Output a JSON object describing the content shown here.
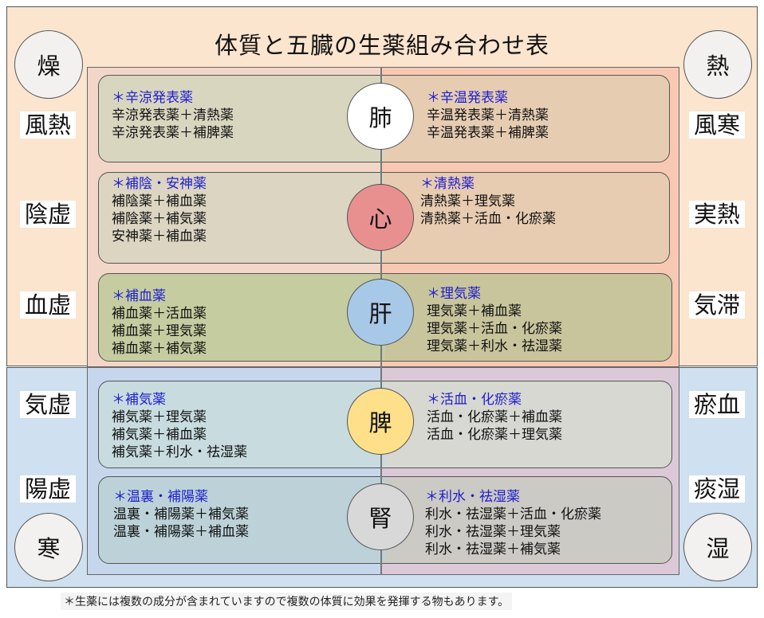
{
  "title": "体質と五臓の生薬組み合わせ表",
  "corners": {
    "tl": "燥",
    "tr": "熱",
    "bl": "寒",
    "br": "湿"
  },
  "left_labels": [
    "風熱",
    "陰虚",
    "血虚",
    "気虚",
    "陽虚"
  ],
  "right_labels": [
    "風寒",
    "実熱",
    "気滞",
    "瘀血",
    "痰湿"
  ],
  "organs": [
    "肺",
    "心",
    "肝",
    "脾",
    "腎"
  ],
  "rows": [
    {
      "left": {
        "head": "＊辛涼発表薬",
        "lines": [
          "辛涼発表薬＋清熱薬",
          "辛涼発表薬＋補脾薬"
        ]
      },
      "right": {
        "head": "＊辛温発表薬",
        "lines": [
          "辛温発表薬＋清熱薬",
          "辛温発表薬＋補脾薬"
        ]
      }
    },
    {
      "left": {
        "head": "＊補陰・安神薬",
        "lines": [
          "補陰薬＋補血薬",
          "補陰薬＋補気薬",
          "安神薬＋補血薬"
        ]
      },
      "right": {
        "head": "＊清熱薬",
        "lines": [
          "清熱薬＋理気薬",
          "清熱薬＋活血・化瘀薬"
        ]
      }
    },
    {
      "left": {
        "head": "＊補血薬",
        "lines": [
          "補血薬＋活血薬",
          "補血薬＋理気薬",
          "補血薬＋補気薬"
        ]
      },
      "right": {
        "head": "＊理気薬",
        "lines": [
          "理気薬＋補血薬",
          "理気薬＋活血・化瘀薬",
          "理気薬＋利水・祛湿薬"
        ]
      }
    },
    {
      "left": {
        "head": "＊補気薬",
        "lines": [
          "補気薬＋理気薬",
          "補気薬＋補血薬",
          "補気薬＋利水・祛湿薬"
        ]
      },
      "right": {
        "head": "＊活血・化瘀薬",
        "lines": [
          "活血・化瘀薬＋補血薬",
          "活血・化瘀薬＋理気薬"
        ]
      }
    },
    {
      "left": {
        "head": "＊温裏・補陽薬",
        "lines": [
          "温裏・補陽薬＋補気薬",
          "温裏・補陽薬＋補血薬"
        ]
      },
      "right": {
        "head": "＊利水・祛湿薬",
        "lines": [
          "利水・祛湿薬＋活血・化瘀薬",
          "利水・祛湿薬＋理気薬",
          "利水・祛湿薬＋補気薬"
        ]
      }
    }
  ],
  "footnote": "＊生薬には複数の成分が含まれていますので複数の体質に効果を発揮する物もあります。",
  "colors": {
    "heading_blue": "#1d1dd0",
    "organ_lung": "#ffffff",
    "organ_heart": "#e89090",
    "organ_liver": "#a8c8e8",
    "organ_spleen": "#ffe08a",
    "organ_kidney": "#d8d8d8"
  }
}
